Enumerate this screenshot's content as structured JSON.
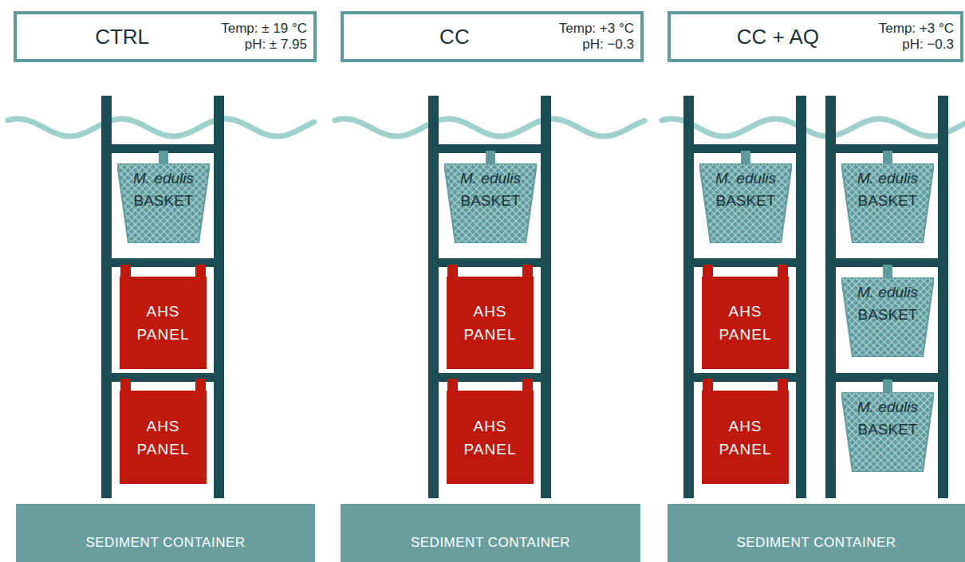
{
  "diagram": {
    "nodes": [
      {
        "text": [
          "CTRL",
          "Temp: ± 19 °C",
          "pH: ± 7.95"
        ]
      },
      {
        "text": [
          "M. edulis",
          "BASKET"
        ]
      },
      {
        "text": [
          "AHS PANEL"
        ]
      },
      {
        "text": [
          "AHS PANEL"
        ]
      },
      {
        "text": [
          "SEDIMENT CONTAINER"
        ]
      },
      {
        "text": [
          "CC",
          "Temp: +3 °C",
          "pH: −0.3"
        ]
      },
      {
        "text": [
          "M. edulis",
          "BASKET"
        ]
      },
      {
        "text": [
          "AHS PANEL"
        ]
      },
      {
        "text": [
          "AHS PANEL"
        ]
      },
      {
        "text": [
          "SEDIMENT CONTAINER"
        ]
      },
      {
        "text": [
          "CC + AQ",
          "Temp: +3 °C",
          "pH: −0.3"
        ]
      },
      {
        "text": [
          "M. edulis",
          "BASKET"
        ]
      },
      {
        "text": [
          "AHS PANEL"
        ]
      },
      {
        "text": [
          "AHS PANEL"
        ]
      },
      {
        "text": [
          "M. edulis",
          "BASKET"
        ]
      },
      {
        "text": [
          "M. edulis",
          "BASKET"
        ]
      },
      {
        "text": [
          "M. edulis",
          "BASKET"
        ]
      },
      {
        "text": [
          "SEDIMENT CONTAINER"
        ]
      }
    ]
  }
}
